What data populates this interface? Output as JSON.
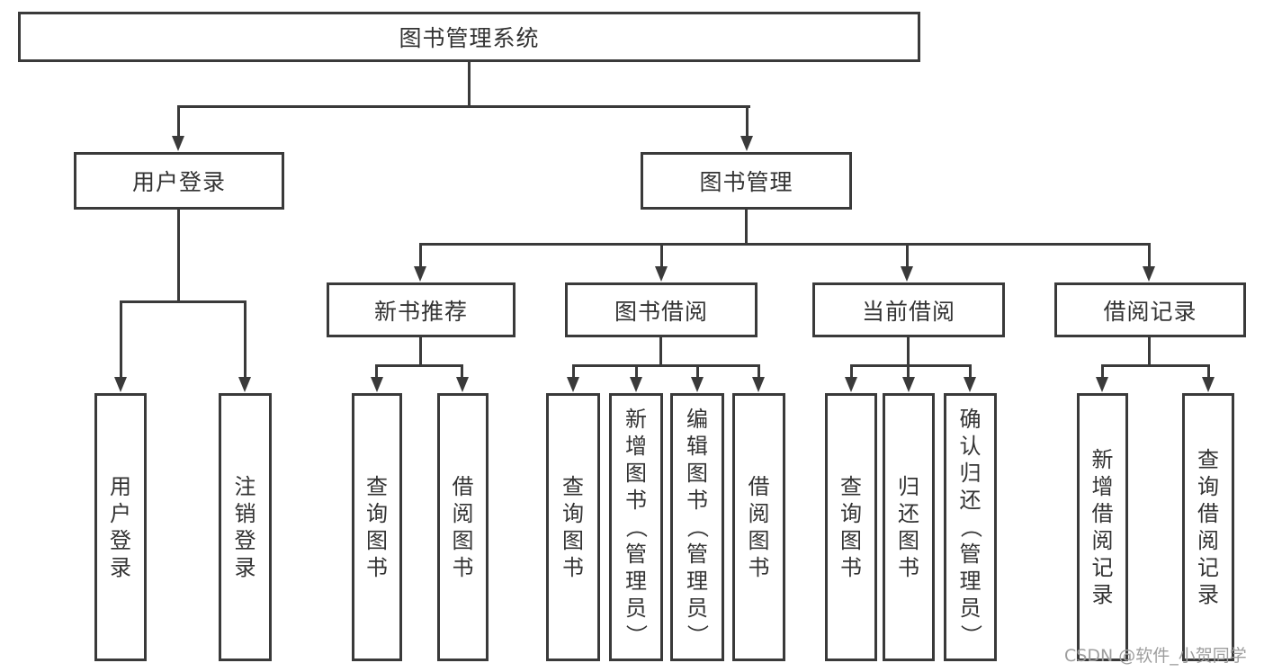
{
  "diagram": {
    "root": "图书管理系统",
    "level2": [
      {
        "label": "用户登录",
        "children": [
          "用户登录",
          "注销登录"
        ]
      },
      {
        "label": "图书管理"
      }
    ],
    "level3": [
      {
        "label": "新书推荐",
        "children": [
          "查询图书",
          "借阅图书"
        ]
      },
      {
        "label": "图书借阅",
        "children": [
          "查询图书",
          "新增图书（管理员）",
          "编辑图书（管理员）",
          "借阅图书"
        ]
      },
      {
        "label": "当前借阅",
        "children": [
          "查询图书",
          "归还图书",
          "确认归还（管理员）"
        ]
      },
      {
        "label": "借阅记录",
        "children": [
          "新增借阅记录",
          "查询借阅记录"
        ]
      }
    ]
  },
  "watermark": "CSDN @软件_小贺同学",
  "colors": {
    "line": "#3a3a3a",
    "text": "#333333",
    "watermark": "#9e9e9e",
    "bg": "#ffffff"
  }
}
